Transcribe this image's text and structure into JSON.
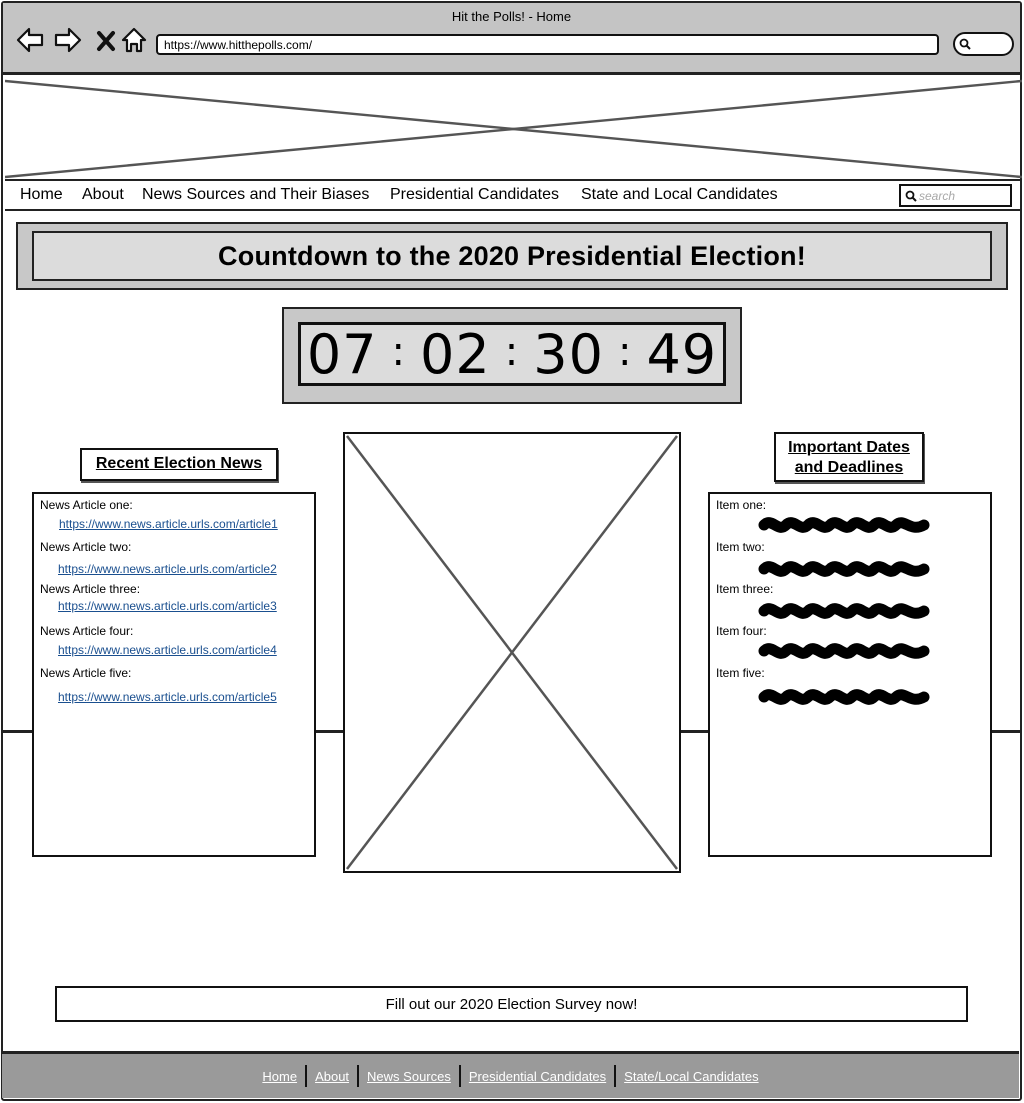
{
  "browser": {
    "title": "Hit the Polls! - Home",
    "url": "https://www.hitthepolls.com/"
  },
  "nav": {
    "links": [
      "Home",
      "About",
      "News Sources and Their Biases",
      "Presidential Candidates",
      "State and Local Candidates"
    ],
    "search_placeholder": "search"
  },
  "countdown": {
    "heading": "Countdown to the 2020 Presidential Election!",
    "days": "07",
    "hours": "02",
    "minutes": "30",
    "seconds": "49",
    "separator": ":"
  },
  "news": {
    "title": "Recent Election News",
    "items": [
      {
        "label": "News Article one:",
        "url": "https://www.news.article.urls.com/article1"
      },
      {
        "label": "News Article two:",
        "url": "https://www.news.article.urls.com/article2"
      },
      {
        "label": "News Article three:",
        "url": "https://www.news.article.urls.com/article3"
      },
      {
        "label": "News Article four:",
        "url": "https://www.news.article.urls.com/article4"
      },
      {
        "label": "News Article five:",
        "url": "https://www.news.article.urls.com/article5"
      }
    ]
  },
  "dates": {
    "title_line1": "Important Dates",
    "title_line2": "and Deadlines",
    "items": [
      {
        "label": "Item one:"
      },
      {
        "label": "Item two:"
      },
      {
        "label": "Item three:"
      },
      {
        "label": "Item four:"
      },
      {
        "label": "Item five:"
      }
    ]
  },
  "survey": {
    "label": "Fill out our 2020 Election Survey now!"
  },
  "footer": {
    "links": [
      "Home",
      "About",
      "News Sources",
      "Presidential Candidates",
      "State/Local Candidates"
    ]
  }
}
